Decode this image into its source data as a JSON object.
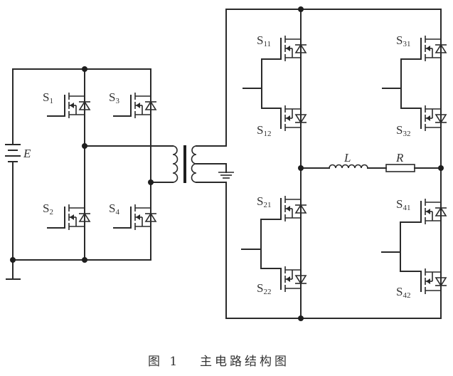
{
  "figure": {
    "caption_number": "图 1",
    "caption_title": "主电路结构图"
  },
  "source": {
    "label": "E"
  },
  "transformer": {
    "label": ""
  },
  "load": {
    "inductor_label": "L",
    "resistor_label": "R"
  },
  "switches": {
    "full_bridge": [
      {
        "id": "S1",
        "main": "S",
        "sub": "1"
      },
      {
        "id": "S3",
        "main": "S",
        "sub": "3"
      },
      {
        "id": "S2",
        "main": "S",
        "sub": "2"
      },
      {
        "id": "S4",
        "main": "S",
        "sub": "4"
      }
    ],
    "cycloconverter": [
      {
        "id": "S11",
        "main": "S",
        "sub": "11"
      },
      {
        "id": "S12",
        "main": "S",
        "sub": "12"
      },
      {
        "id": "S31",
        "main": "S",
        "sub": "31"
      },
      {
        "id": "S32",
        "main": "S",
        "sub": "32"
      },
      {
        "id": "S21",
        "main": "S",
        "sub": "21"
      },
      {
        "id": "S22",
        "main": "S",
        "sub": "22"
      },
      {
        "id": "S41",
        "main": "S",
        "sub": "41"
      },
      {
        "id": "S42",
        "main": "S",
        "sub": "42"
      }
    ]
  }
}
